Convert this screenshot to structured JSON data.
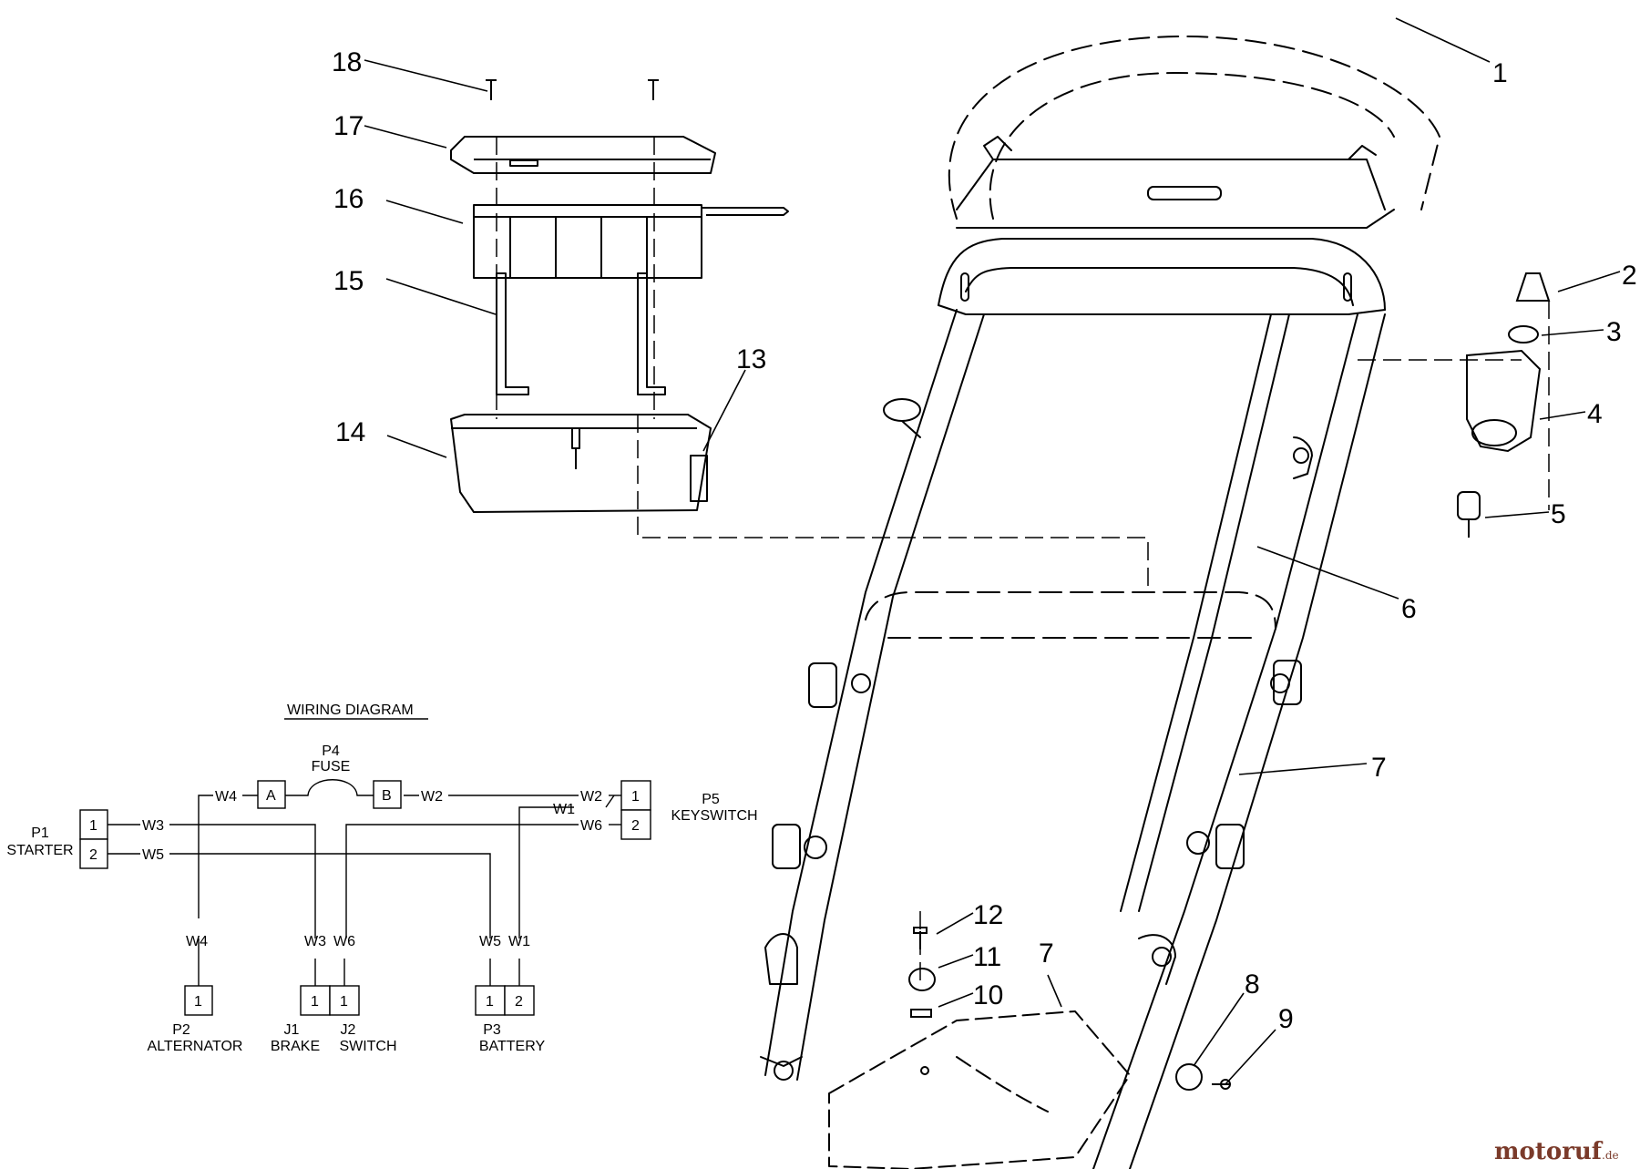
{
  "callouts": {
    "c1": "1",
    "c2": "2",
    "c3": "3",
    "c4": "4",
    "c5": "5",
    "c6": "6",
    "c7a": "7",
    "c7b": "7",
    "c8": "8",
    "c9": "9",
    "c10": "10",
    "c11": "11",
    "c12": "12",
    "c13": "13",
    "c14": "14",
    "c15": "15",
    "c16": "16",
    "c17": "17",
    "c18": "18"
  },
  "wiring": {
    "title": "WIRING DIAGRAM",
    "fuse": {
      "id": "P4",
      "name": "FUSE",
      "term_a": "A",
      "term_b": "B"
    },
    "starter": {
      "id": "P1",
      "name": "STARTER",
      "pin1": "1",
      "pin2": "2"
    },
    "keyswitch": {
      "id": "P5",
      "name": "KEYSWITCH",
      "pin1": "1",
      "pin2": "2"
    },
    "alternator": {
      "id": "P2",
      "name": "ALTERNATOR",
      "pin1": "1"
    },
    "brake": {
      "id": "J1",
      "name": "BRAKE",
      "pin1": "1"
    },
    "switch": {
      "id": "J2",
      "name": "SWITCH",
      "pin1": "1"
    },
    "battery": {
      "id": "P3",
      "name": "BATTERY",
      "pin1": "1",
      "pin2": "2"
    },
    "wires": {
      "w4_top": "W4",
      "w2_top": "W2",
      "w2_key": "W2",
      "w1_key": "W1",
      "w3_start": "W3",
      "w6_key": "W6",
      "w5_start": "W5",
      "w4_bot": "W4",
      "w3_bot": "W3",
      "w6_bot": "W6",
      "w5_bot": "W5",
      "w1_bot": "W1"
    }
  },
  "watermark": {
    "brand": "motoruf",
    "domain": ".de"
  },
  "colors": {
    "ink": "#000000",
    "background": "#ffffff",
    "watermark_text": "#7a3a2a",
    "watermark_accent": "#e08a2a"
  }
}
